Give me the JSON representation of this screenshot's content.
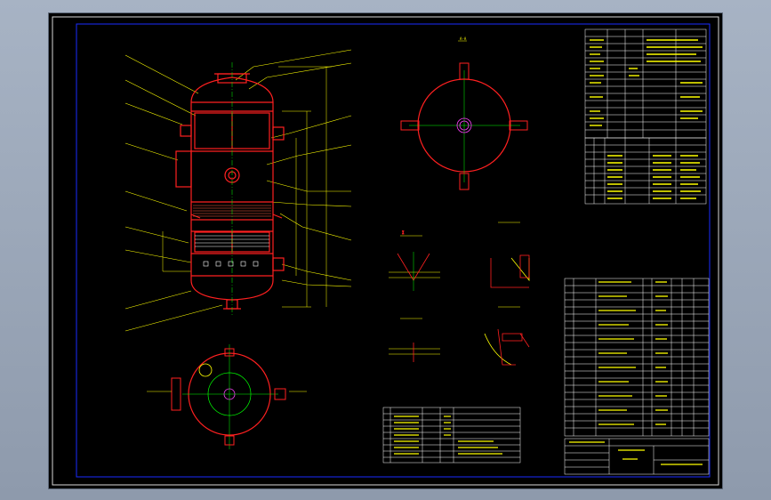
{
  "drawing": {
    "background": "#000000",
    "border_color": "#d8d8d8",
    "frame_color": "#1a2cff",
    "colors": {
      "shell": "#ff2020",
      "text": "#ffff00",
      "table": "#ffffff",
      "centerline": "#00ff00",
      "nozzle": "#ff40ff",
      "leader": "#ffff00"
    }
  },
  "views": {
    "elevation": "main-elevation-view",
    "section_a": "section-a-a",
    "plan": "plan-view"
  },
  "callouts": {
    "view_a_label": "A-A",
    "dim_1": "?",
    "dim_2": "?"
  }
}
